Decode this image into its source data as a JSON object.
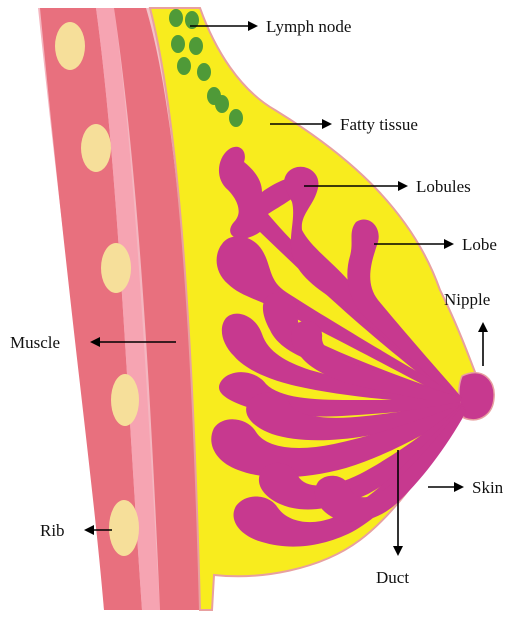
{
  "labels": {
    "lymph_node": "Lymph node",
    "fatty_tissue": "Fatty tissue",
    "lobules": "Lobules",
    "lobe": "Lobe",
    "nipple": "Nipple",
    "muscle": "Muscle",
    "skin": "Skin",
    "rib": "Rib",
    "duct": "Duct"
  },
  "colors": {
    "fatty_tissue": "#f8ec1e",
    "lobe": "#c7398f",
    "lymph_node": "#4f9a38",
    "muscle": "#e86d7c",
    "muscle_light": "#f7aebb",
    "rib": "#f6df9a",
    "skin_outline": "#e8a0a0"
  }
}
